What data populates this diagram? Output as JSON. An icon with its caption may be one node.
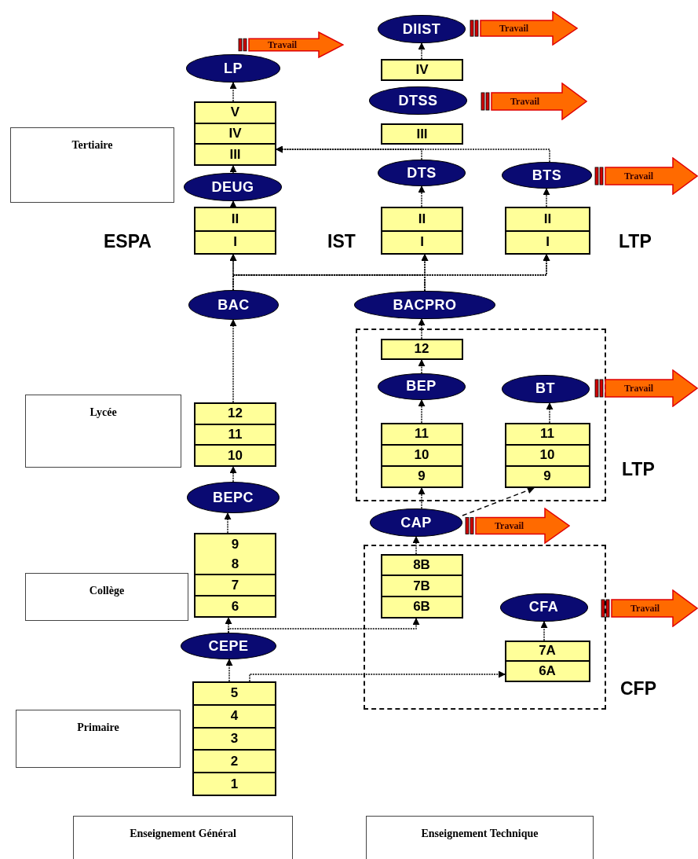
{
  "diagram": {
    "nodes": [
      {
        "text": [
          "Travail"
        ]
      },
      {
        "text": [
          "LP"
        ]
      },
      {
        "text": [
          "Travail"
        ]
      },
      {
        "text": [
          "DIIST"
        ]
      },
      {
        "text": [
          "IV"
        ]
      },
      {
        "text": [
          "Travail"
        ]
      },
      {
        "text": [
          "DTSS"
        ]
      },
      {
        "text": [
          "III"
        ]
      },
      {
        "text": [
          "Tertiaire"
        ]
      },
      {
        "text": [
          "V",
          "IV",
          "III"
        ]
      },
      {
        "text": [
          "DTS"
        ]
      },
      {
        "text": [
          "BTS"
        ]
      },
      {
        "text": [
          "Travail"
        ]
      },
      {
        "text": [
          "DEUG"
        ]
      },
      {
        "text": [
          "II",
          "I"
        ]
      },
      {
        "text": [
          "II",
          "I"
        ]
      },
      {
        "text": [
          "II",
          "I"
        ]
      },
      {
        "text": [
          "BAC"
        ]
      },
      {
        "text": [
          "BACPRO"
        ]
      },
      {
        "text": [
          "LTP"
        ]
      },
      {
        "text": [
          "12"
        ],
        "in": 19
      },
      {
        "text": [
          "BEP"
        ],
        "in": 19
      },
      {
        "text": [
          "BT"
        ],
        "in": 19
      },
      {
        "text": [
          "Travail"
        ]
      },
      {
        "text": [
          "Lycée"
        ]
      },
      {
        "text": [
          "12",
          "11",
          "10"
        ]
      },
      {
        "text": [
          "11",
          "10",
          "9"
        ],
        "in": 19
      },
      {
        "text": [
          "11",
          "10",
          "9"
        ],
        "in": 19
      },
      {
        "text": [
          "BEPC"
        ]
      },
      {
        "text": [
          "CAP"
        ]
      },
      {
        "text": [
          "Travail"
        ]
      },
      {
        "text": [
          "9",
          "8",
          "7",
          "6"
        ]
      },
      {
        "text": [
          "Collège"
        ]
      },
      {
        "text": [
          "CFP"
        ]
      },
      {
        "text": [
          "8B",
          "7B",
          "6B"
        ],
        "in": 33
      },
      {
        "text": [
          "CFA"
        ],
        "in": 33
      },
      {
        "text": [
          "Travail"
        ]
      },
      {
        "text": [
          "CEPE"
        ]
      },
      {
        "text": [
          "7A",
          "6A"
        ],
        "in": 33
      },
      {
        "text": [
          "5",
          "4",
          "3",
          "2",
          "1"
        ]
      },
      {
        "text": [
          "Primaire"
        ]
      },
      {
        "text": [
          "Enseignement Général"
        ]
      },
      {
        "text": [
          "Enseignement Technique"
        ]
      }
    ],
    "edges": [
      {
        "from": 39,
        "to": 37,
        "arrow": "to"
      },
      {
        "from": 39,
        "to": 38,
        "arrow": "to"
      },
      {
        "from": 37,
        "to": 31,
        "arrow": "to"
      },
      {
        "from": 37,
        "to": 34,
        "arrow": "to"
      },
      {
        "from": 31,
        "to": 28,
        "arrow": "to"
      },
      {
        "from": 28,
        "to": 25,
        "arrow": "to"
      },
      {
        "from": 25,
        "to": 17,
        "arrow": "to"
      },
      {
        "from": 17,
        "to": 14,
        "arrow": "to"
      },
      {
        "from": 17,
        "to": 15,
        "arrow": "to"
      },
      {
        "from": 17,
        "to": 16,
        "arrow": "to"
      },
      {
        "from": 18,
        "to": 14,
        "arrow": "to"
      },
      {
        "from": 18,
        "to": 15,
        "arrow": "to"
      },
      {
        "from": 18,
        "to": 16,
        "arrow": "to"
      },
      {
        "from": 14,
        "to": 13,
        "arrow": "to"
      },
      {
        "from": 13,
        "to": 9,
        "arrow": "to"
      },
      {
        "from": 9,
        "to": 1,
        "arrow": "to"
      },
      {
        "from": 15,
        "to": 10,
        "arrow": "to"
      },
      {
        "from": 10,
        "to": 9,
        "arrow": "to"
      },
      {
        "from": 11,
        "to": 9,
        "arrow": "to"
      },
      {
        "from": 16,
        "to": 11,
        "arrow": "to"
      },
      {
        "from": 4,
        "to": 3,
        "arrow": "to"
      },
      {
        "from": 29,
        "to": 26,
        "arrow": "to"
      },
      {
        "from": 26,
        "to": 21,
        "arrow": "to"
      },
      {
        "from": 21,
        "to": 20,
        "arrow": "to"
      },
      {
        "from": 20,
        "to": 18,
        "arrow": "to"
      },
      {
        "from": 29,
        "to": 27,
        "arrow": "to",
        "style": "dashed"
      },
      {
        "from": 34,
        "to": 29,
        "arrow": "to"
      },
      {
        "from": 27,
        "to": 22,
        "arrow": "to"
      },
      {
        "from": 38,
        "to": 35,
        "arrow": "to"
      }
    ],
    "labels": [
      "ESPA",
      "IST",
      "LTP"
    ]
  }
}
